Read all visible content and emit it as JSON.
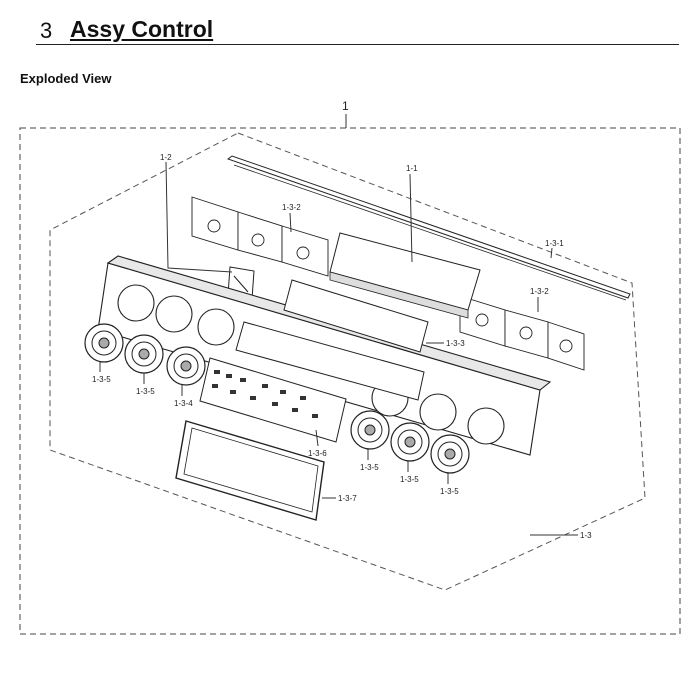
{
  "header": {
    "section_number": "3",
    "section_title": "Assy Control"
  },
  "subheading": "Exploded View",
  "callouts": {
    "top": "1",
    "control_assy": "1-3",
    "rail": "1-3-1",
    "bracket_left": "1-3-2",
    "bracket_right": "1-3-2",
    "main_pcb": "1-1",
    "clock_module": "1-2",
    "sub_pcb": "1-3-3",
    "knob_left_a": "1-3-5",
    "knob_left_b": "1-3-5",
    "knob_left_special": "1-3-4",
    "knob_right_a": "1-3-5",
    "knob_right_b": "1-3-5",
    "knob_right_c": "1-3-5",
    "touch_membrane": "1-3-6",
    "display_window": "1-3-7"
  }
}
